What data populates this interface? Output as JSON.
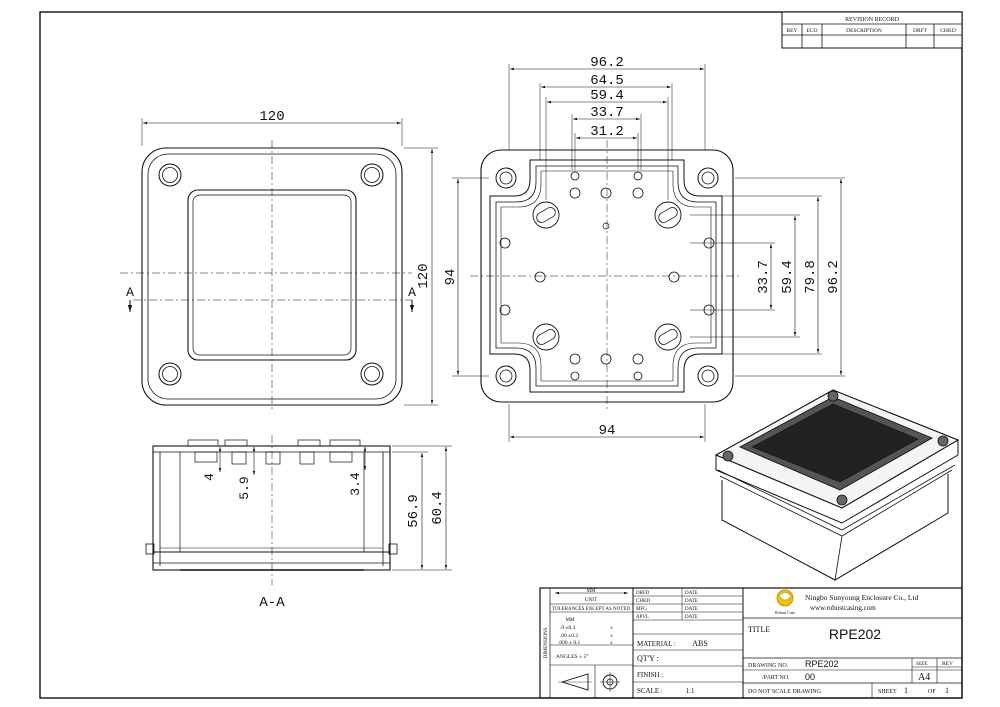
{
  "revision": {
    "title": "REVISION RECORD",
    "headers": [
      "REV",
      "ECO",
      "DESCRIPTION",
      "DRFT",
      "CHKD"
    ]
  },
  "front_view": {
    "width_dim": "120",
    "height_dim": "120",
    "section_left": "A",
    "section_right": "A"
  },
  "back_view": {
    "dims_top": [
      "96.2",
      "64.5",
      "59.4",
      "33.7",
      "31.2"
    ],
    "dim_left": "94",
    "dim_bottom": "94",
    "dims_right": [
      "33.7",
      "59.4",
      "79.8",
      "96.2"
    ]
  },
  "section_view": {
    "dims_inner": [
      "4",
      "5.9",
      "3.4"
    ],
    "dims_right": [
      "56.9",
      "60.4"
    ],
    "label": "A-A"
  },
  "title_block": {
    "units_label": "MM",
    "unit_sub": "UNIT",
    "tolerance_header": "TOLERANCES EXCEPT AS NOTED",
    "tol_unit": "MM",
    "tolerances": [
      ".0 ±0.3",
      ".00 ±0.2",
      ".000 ± 0.1"
    ],
    "tol_marks": [
      "±",
      "±",
      "±"
    ],
    "angles": "ANGLES  ±  5°",
    "side_label": "DIMENSIONS",
    "approvals": [
      "DRFD",
      "CHKD",
      "MFG",
      "APVL"
    ],
    "date_label": "DATE",
    "material_label": "MATERIAL :",
    "material_value": "ABS",
    "qty_label": "QT'Y :",
    "finish_label": "FINISH :",
    "scale_label": "SCALE  :",
    "scale_value": "1:1",
    "company": "Ningbo Sunyoung Enclosure Co., Ltd",
    "website": "www.robustcasing.com",
    "logo_text": "Robust Case",
    "title_label": "TITLE",
    "title_value": "RPE202",
    "drawing_no_label": "DRAWING NO.",
    "drawing_no_value": "RPE202",
    "part_no_label": "/PART NO.",
    "part_no_value": "00",
    "size_label": "SIZE",
    "size_value": "A4",
    "rev_label": "REV",
    "note": "DO NOT SCALE DRAWING",
    "sheet_label": "SHEET",
    "sheet_value": "1",
    "of_label": "OF",
    "of_value": "1"
  },
  "colors": {
    "line": "#111111",
    "thin": "#444444",
    "paper": "#ffffff"
  }
}
